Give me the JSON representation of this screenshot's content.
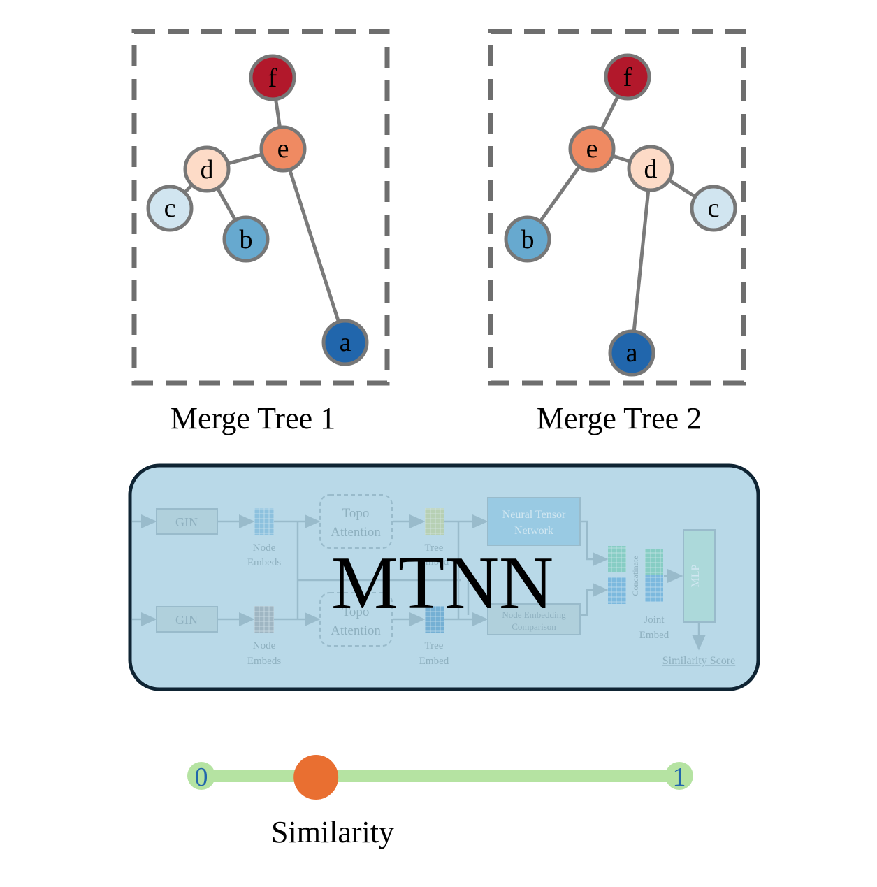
{
  "trees": [
    {
      "caption": "Merge Tree 1",
      "nodes": [
        {
          "label": "f",
          "color": "#b2182b"
        },
        {
          "label": "e",
          "color": "#ef8a62"
        },
        {
          "label": "d",
          "color": "#fddbc7"
        },
        {
          "label": "c",
          "color": "#d1e5f0"
        },
        {
          "label": "b",
          "color": "#67a9cf"
        },
        {
          "label": "a",
          "color": "#2166ac"
        }
      ]
    },
    {
      "caption": "Merge Tree 2",
      "nodes": [
        {
          "label": "f",
          "color": "#b2182b"
        },
        {
          "label": "e",
          "color": "#ef8a62"
        },
        {
          "label": "d",
          "color": "#fddbc7"
        },
        {
          "label": "c",
          "color": "#d1e5f0"
        },
        {
          "label": "b",
          "color": "#67a9cf"
        },
        {
          "label": "a",
          "color": "#2166ac"
        }
      ]
    }
  ],
  "model": {
    "title": "MTNN",
    "box_fill": "#b9d9e8",
    "box_border": "#0f2433",
    "gin_top": "GIN",
    "gin_bottom": "GIN",
    "node_embeds_top": [
      "Node",
      "Embeds"
    ],
    "node_embeds_bottom": [
      "Node",
      "Embeds"
    ],
    "topo_top": [
      "Topo",
      "Attention"
    ],
    "topo_bottom": [
      "Topo",
      "Attention"
    ],
    "tree_embed_top": [
      "Tree",
      "Embed"
    ],
    "tree_embed_bottom": [
      "Tree",
      "Embed"
    ],
    "ntn": [
      "Neural Tensor",
      "Network"
    ],
    "nec": [
      "Node Embedding",
      "Comparison"
    ],
    "concatenate": "Concatinate",
    "joint_embed": [
      "Joint",
      "Embed"
    ],
    "mlp": "MLP",
    "similarity_score": "Similarity Score"
  },
  "similarity": {
    "label": "Similarity",
    "min_label": "0",
    "max_label": "1",
    "value": 0.24,
    "track_color": "#b5e3a2",
    "knob_color": "#e96f31",
    "end_label_color": "#2166ac"
  }
}
